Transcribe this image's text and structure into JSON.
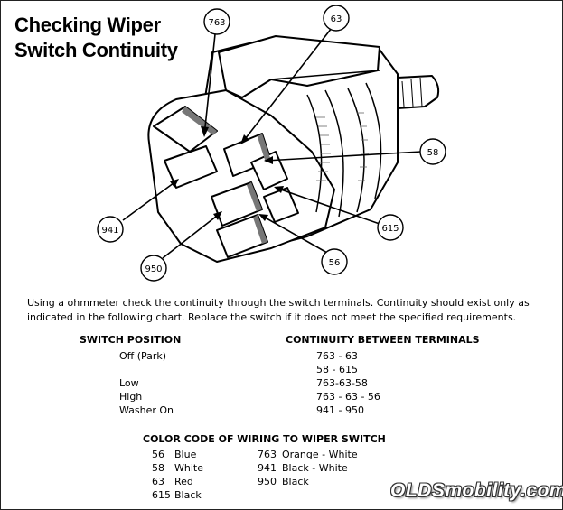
{
  "title": {
    "line1": "Checking Wiper",
    "line2": "Switch Continuity"
  },
  "callouts": [
    "763",
    "63",
    "58",
    "615",
    "56",
    "950",
    "941"
  ],
  "description": "Using a ohmmeter check the continuity through the switch terminals.  Continuity should exist only as indicated in the following chart.  Replace the switch if it does not meet the specified requirements.",
  "continuity_table": {
    "col1_header": "SWITCH POSITION",
    "col2_header": "CONTINUITY BETWEEN TERMINALS",
    "rows": [
      {
        "position": "Off (Park)",
        "terminals": "763 - 63"
      },
      {
        "position": "",
        "terminals": "58 - 615"
      },
      {
        "position": "Low",
        "terminals": "763-63-58"
      },
      {
        "position": "High",
        "terminals": "763 - 63 - 56"
      },
      {
        "position": "Washer On",
        "terminals": "941 - 950"
      }
    ]
  },
  "color_code": {
    "header": "COLOR CODE OF WIRING TO WIPER SWITCH",
    "left": [
      {
        "num": "56",
        "color": "Blue"
      },
      {
        "num": "58",
        "color": "White"
      },
      {
        "num": "63",
        "color": "Red"
      },
      {
        "num": "615",
        "color": "Black"
      }
    ],
    "right": [
      {
        "num": "763",
        "color": "Orange - White"
      },
      {
        "num": "941",
        "color": "Black - White"
      },
      {
        "num": "950",
        "color": "Black"
      }
    ]
  },
  "watermark": "OLDSmobility.com"
}
